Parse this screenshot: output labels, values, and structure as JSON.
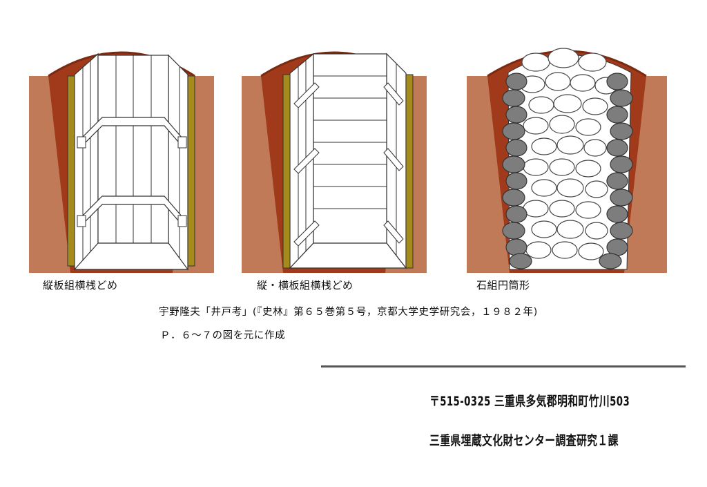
{
  "captions": {
    "panel1": "縦板組横桟どめ",
    "panel2": "縦・横板組横桟どめ",
    "panel3": "石組円筒形"
  },
  "citation": {
    "line1": "宇野隆夫「井戸考」(『史林』第６５巻第５号，京都大学史学研究会，１９８２年)",
    "line2": "Ｐ．６～７の図を元に作成"
  },
  "footer": {
    "address": "〒515-0325 三重県多気郡明和町竹川503",
    "organization": "三重県埋蔵文化財センター調査研究１課"
  },
  "colors": {
    "soil": "#c17a58",
    "soil_dark": "#a03a1a",
    "outline": "#7a2a10",
    "post": "#a58a1c",
    "board": "#ffffff",
    "stone_outer": "#7d7d7d"
  }
}
